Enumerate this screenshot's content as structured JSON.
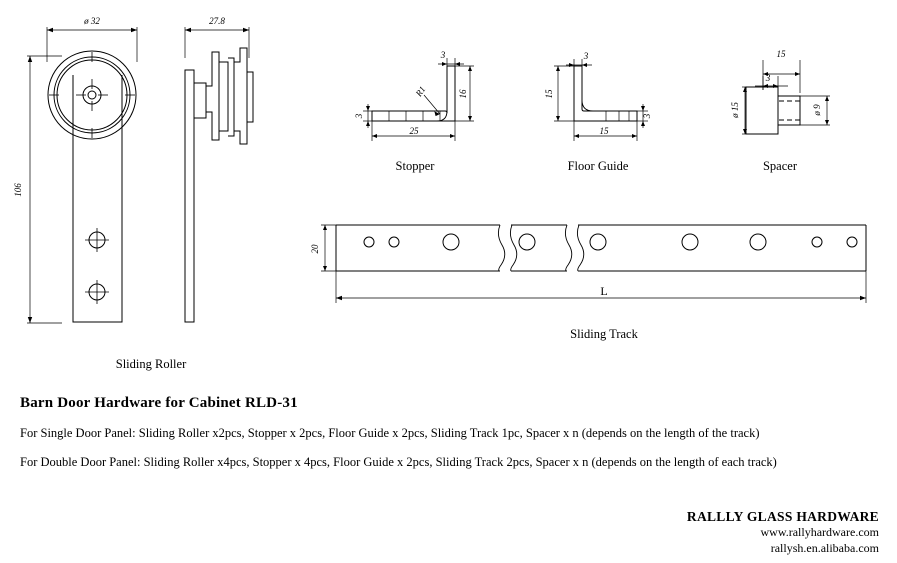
{
  "document": {
    "type": "technical-drawing",
    "title": "Barn Door Hardware for Cabinet  RLD-31"
  },
  "parts": {
    "sliding_roller": {
      "label": "Sliding Roller",
      "dims": {
        "wheel_diameter": "ø 32",
        "depth": "27.8",
        "height": "106"
      }
    },
    "stopper": {
      "label": "Stopper",
      "dims": {
        "top_thickness": "3",
        "radius": "R1",
        "vertical": "16",
        "base_thickness": "3",
        "length": "25"
      }
    },
    "floor_guide": {
      "label": "Floor Guide",
      "dims": {
        "top_thickness": "3",
        "vertical": "15",
        "length": "15",
        "base_thickness": "3"
      }
    },
    "spacer": {
      "label": "Spacer",
      "dims": {
        "overall_length": "15",
        "flange_thickness": "3",
        "flange_diameter": "ø 15",
        "shaft_diameter": "ø 9"
      }
    },
    "sliding_track": {
      "label": "Sliding Track",
      "dims": {
        "height": "20",
        "length": "L"
      }
    }
  },
  "specs": {
    "single_door": "For Single Door Panel:  Sliding Roller x2pcs, Stopper x 2pcs, Floor Guide x 2pcs, Sliding Track 1pc, Spacer x n (depends on the length of the track)",
    "double_door": "For Double Door Panel: Sliding Roller x4pcs, Stopper x 4pcs, Floor Guide x 2pcs, Sliding Track 2pcs, Spacer x n (depends on the length of each track)"
  },
  "footer": {
    "company": "RALLLY GLASS HARDWARE",
    "website": "www.rallyhardware.com",
    "marketplace": "rallysh.en.alibaba.com"
  },
  "colors": {
    "line": "#000000",
    "background": "#ffffff",
    "text": "#000000"
  }
}
